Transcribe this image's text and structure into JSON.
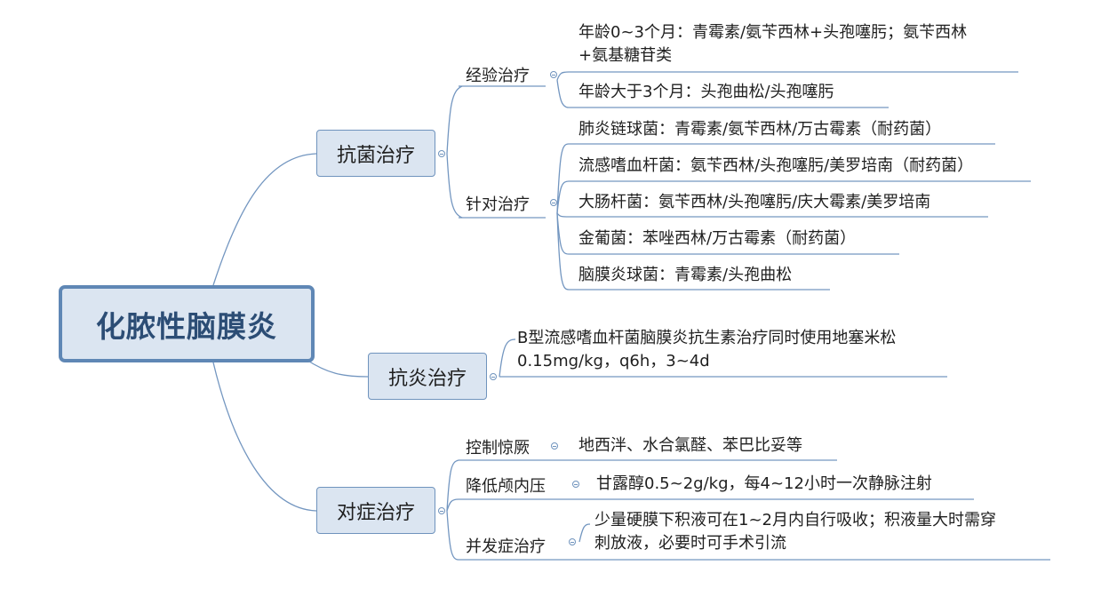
{
  "root": {
    "label": "化脓性脑膜炎"
  },
  "antibacterial": {
    "label": "抗菌治疗",
    "empirical": {
      "label": "经验治疗",
      "items": [
        {
          "line1": "年龄0~3个月：青霉素/氨苄西林+头孢噻肟；氨苄西林",
          "line2": "+氨基糖苷类"
        },
        {
          "line1": "年龄大于3个月：头孢曲松/头孢噻肟"
        }
      ]
    },
    "targeted": {
      "label": "针对治疗",
      "items": [
        "肺炎链球菌：青霉素/氨苄西林/万古霉素（耐药菌）",
        "流感嗜血杆菌：氨苄西林/头孢噻肟/美罗培南（耐药菌）",
        "大肠杆菌：氨苄西林/头孢噻肟/庆大霉素/美罗培南",
        "金葡菌：苯唑西林/万古霉素（耐药菌）",
        "脑膜炎球菌：青霉素/头孢曲松"
      ]
    }
  },
  "antiinflammatory": {
    "label": "抗炎治疗",
    "leaf_line1": "B型流感嗜血杆菌脑膜炎抗生素治疗同时使用地塞米松",
    "leaf_line2": "0.15mg/kg，q6h，3~4d"
  },
  "symptomatic": {
    "label": "对症治疗",
    "seizure": {
      "label": "控制惊厥",
      "leaf": "地西泮、水合氯醛、苯巴比妥等"
    },
    "icp": {
      "label": "降低颅内压",
      "leaf": "甘露醇0.5~2g/kg，每4~12小时一次静脉注射"
    },
    "complication": {
      "label": "并发症治疗",
      "leaf_line1": "少量硬膜下积液可在1~2月内自行吸收；积液量大时需穿",
      "leaf_line2": "刺放液，必要时可手术引流"
    }
  },
  "colors": {
    "connector": "#7396c0",
    "node_fill": "#dbe5f1",
    "node_border": "#6f93bd",
    "root_border": "#5f87b5",
    "root_text": "#2c4d75"
  }
}
